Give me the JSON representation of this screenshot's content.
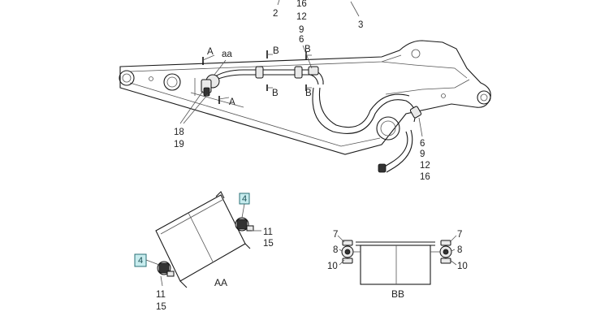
{
  "callouts": {
    "top_2": "2",
    "top_3": "3",
    "top_16": "16",
    "top_12": "12",
    "top_9": "9",
    "top_6": "6",
    "aa": "aa",
    "left_18": "18",
    "left_19": "19",
    "right_6": "6",
    "right_9": "9",
    "right_12": "12",
    "right_16": "16"
  },
  "section_markers": {
    "a_top": "A",
    "a_bottom": "A",
    "b1_top": "B",
    "b1_bottom": "B",
    "b2_top": "B",
    "b2_bottom": "B"
  },
  "view_aa": {
    "title": "AA",
    "box_top": "4",
    "box_left": "4",
    "label_11_right": "11",
    "label_15_right": "15",
    "label_11_bottom": "11",
    "label_15_bottom": "15"
  },
  "view_bb": {
    "title": "BB",
    "left_7": "7",
    "left_8": "8",
    "left_10": "10",
    "right_7": "7",
    "right_8": "8",
    "right_10": "10"
  },
  "colors": {
    "highlight_box": "#c7ecee",
    "line": "#1a1a1a"
  }
}
